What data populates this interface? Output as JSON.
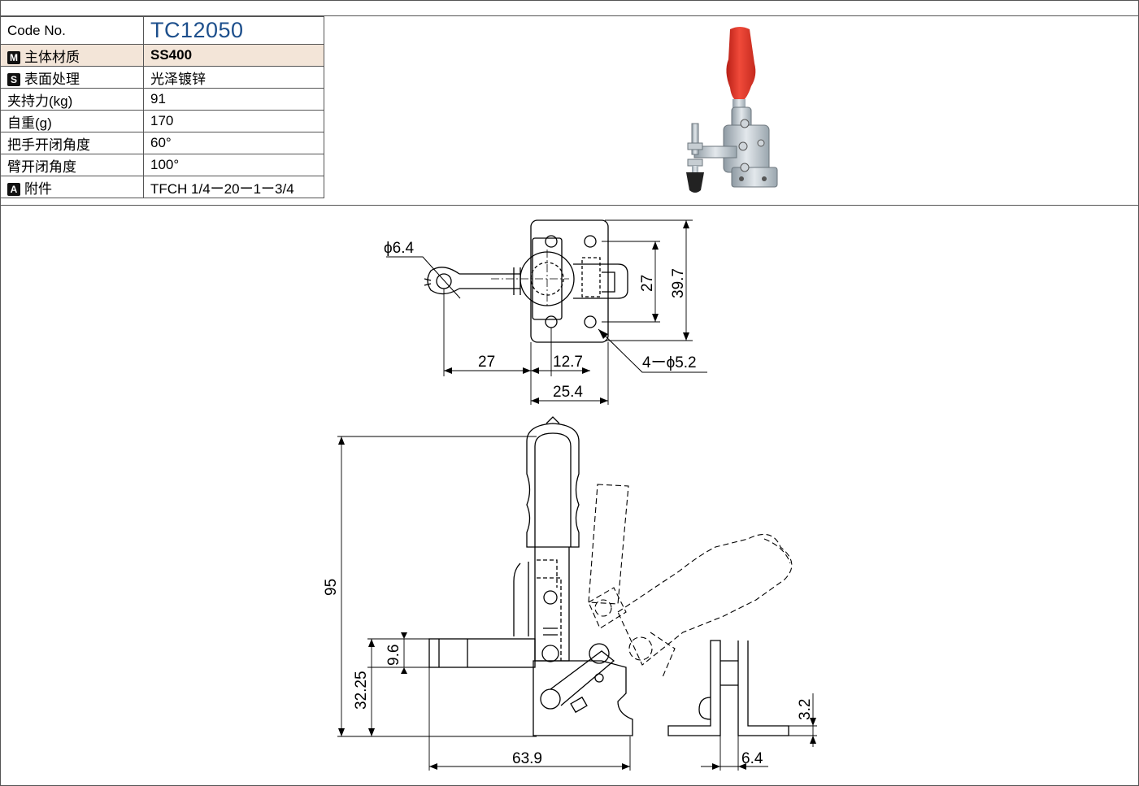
{
  "specs": {
    "rows": [
      {
        "badge": "",
        "label": "Code No.",
        "value": "TC12050"
      },
      {
        "badge": "M",
        "label": "主体材质",
        "value": "SS400"
      },
      {
        "badge": "S",
        "label": "表面处理",
        "value": "光泽镀锌"
      },
      {
        "badge": "",
        "label": "夹持力(kg)",
        "value": "91"
      },
      {
        "badge": "",
        "label": "自重(g)",
        "value": "170"
      },
      {
        "badge": "",
        "label": "把手开闭角度",
        "value": "60°"
      },
      {
        "badge": "",
        "label": "臂开闭角度",
        "value": "100°"
      },
      {
        "badge": "A",
        "label": "附件",
        "value": "TFCH 1/4ー20ー1ー3/4"
      }
    ]
  },
  "drawing": {
    "top_view": {
      "dim_phi": "ϕ6.4",
      "dim_27_vertical": "27",
      "dim_39_7": "39.7",
      "dim_27_horizontal": "27",
      "dim_12_7": "12.7",
      "dim_25_4": "25.4",
      "dim_holes": "4ーϕ5.2"
    },
    "side_view": {
      "dim_95": "95",
      "dim_9_6": "9.6",
      "dim_32_25": "32.25",
      "dim_63_9": "63.9"
    },
    "end_view": {
      "dim_3_2": "3.2",
      "dim_6_4": "6.4"
    }
  },
  "colors": {
    "accent_blue": "#1d4f8c",
    "row_shade": "#f3e5d8",
    "handle_red": "#e8392c"
  }
}
